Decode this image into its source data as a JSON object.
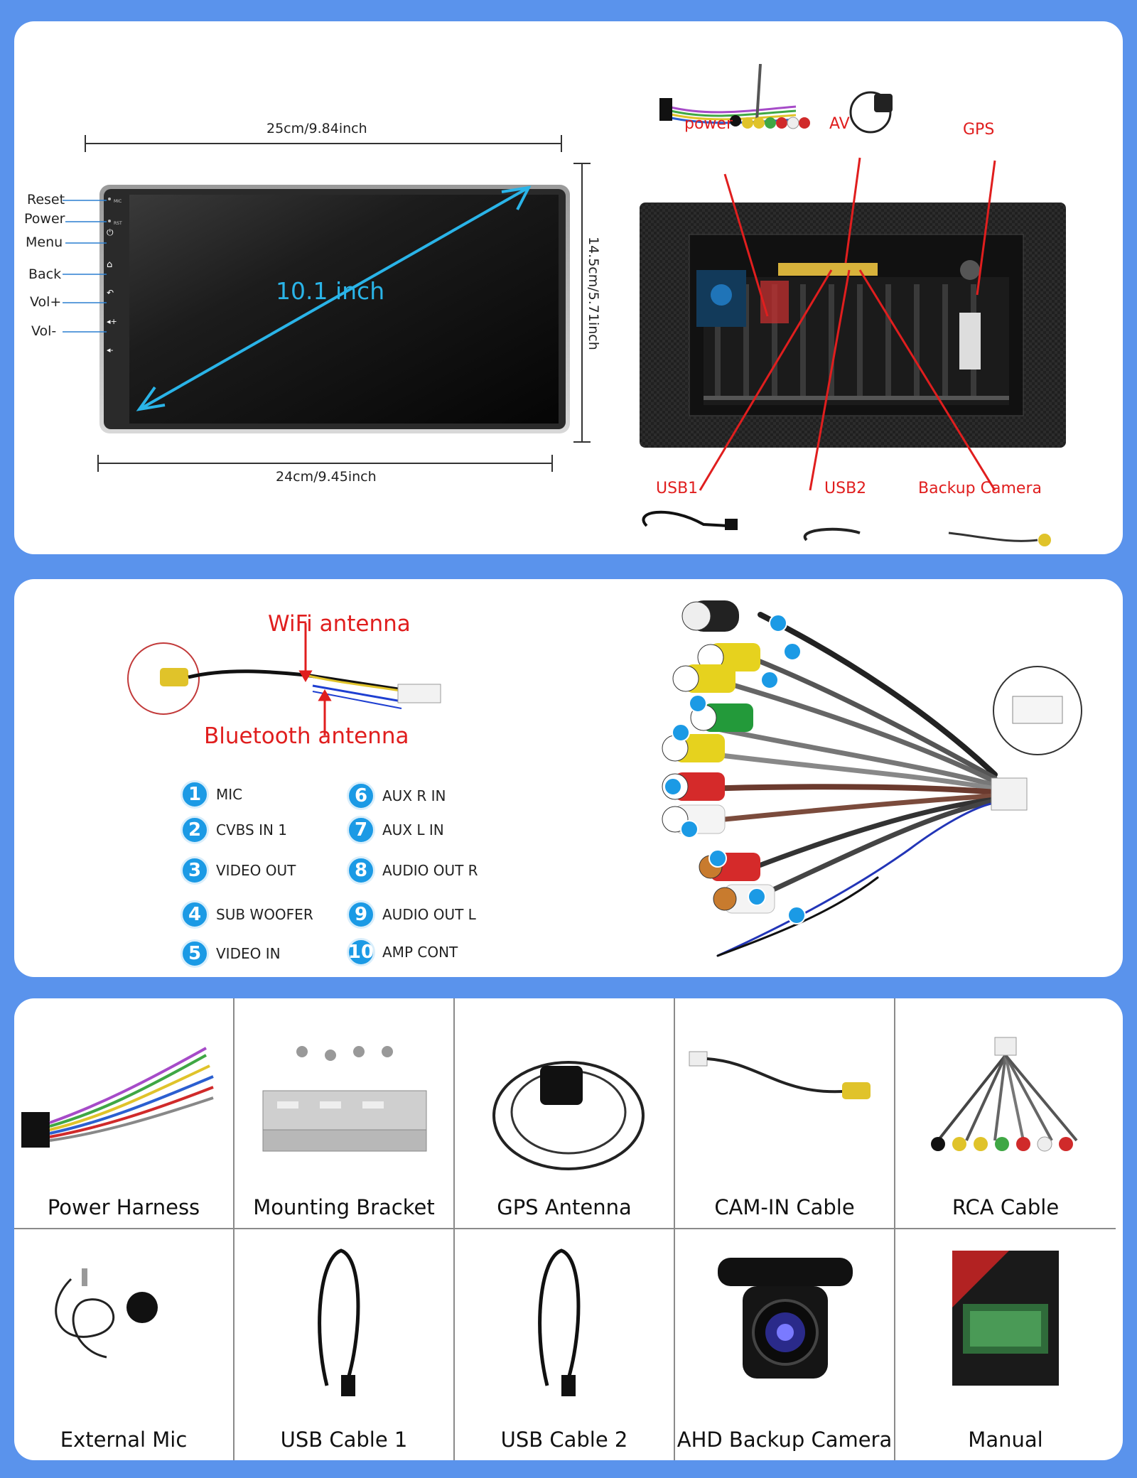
{
  "dimensions": {
    "width_top": "25cm/9.84inch",
    "width_bottom": "24cm/9.45inch",
    "height": "14.5cm/5.71inch",
    "diagonal": "10.1 inch"
  },
  "side_buttons": {
    "mic_tag": "MIC",
    "rst_tag": "RST",
    "labels": [
      "Reset",
      "Power",
      "Menu",
      "Back",
      "Vol+",
      "Vol-"
    ]
  },
  "back_ports": {
    "top": [
      "power",
      "AV",
      "GPS"
    ],
    "bottom": [
      "USB1",
      "USB2",
      "Backup Camera"
    ]
  },
  "antenna": {
    "wifi": "WiFi antenna",
    "bluetooth": "Bluetooth antenna"
  },
  "legend": [
    {
      "n": "1",
      "label": "MIC"
    },
    {
      "n": "2",
      "label": "CVBS IN 1"
    },
    {
      "n": "3",
      "label": "VIDEO OUT"
    },
    {
      "n": "4",
      "label": "SUB WOOFER"
    },
    {
      "n": "5",
      "label": "VIDEO IN"
    },
    {
      "n": "6",
      "label": "AUX R IN"
    },
    {
      "n": "7",
      "label": "AUX L IN"
    },
    {
      "n": "8",
      "label": "AUDIO OUT R"
    },
    {
      "n": "9",
      "label": "AUDIO OUT L"
    },
    {
      "n": "10",
      "label": "AMP CONT"
    }
  ],
  "accessories": [
    "Power Harness",
    "Mounting Bracket",
    "GPS Antenna",
    "CAM-IN Cable",
    "RCA Cable",
    "External Mic",
    "USB Cable 1",
    "USB Cable 2",
    "AHD Backup Camera",
    "Manual"
  ],
  "colors": {
    "background": "#5a93ec",
    "accent_blue": "#1b9ae5",
    "label_red": "#e01e1e",
    "diagonal_cyan": "#2ab4e8"
  }
}
